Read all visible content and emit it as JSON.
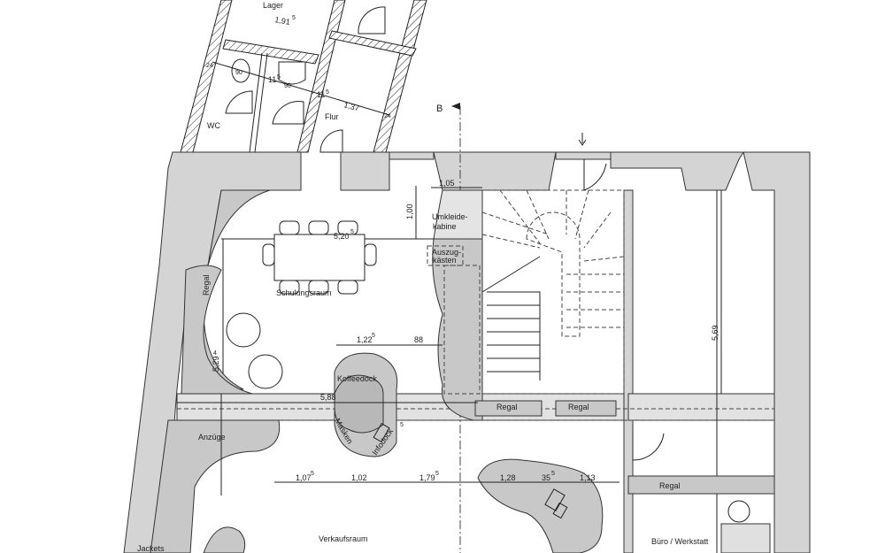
{
  "rooms": {
    "lager": "Lager",
    "wc": "WC",
    "flur": "Flur",
    "schulungsraum": "Schulungsraum",
    "umkleidekabine_1": "Umkleide-",
    "umkleidekabine_2": "kabine",
    "auszugkaesten_1": "Auszug-",
    "auszugkaesten_2": "kästen",
    "koffeedock": "Koffeedock",
    "masken": "Masken",
    "infodock": "Infodock",
    "verkaufsraum": "Verkaufsraum",
    "anzuege": "Anzüge",
    "jackets": "Jackets",
    "regal_left": "Regal",
    "regal_1": "Regal",
    "regal_2": "Regal",
    "regal_3": "Regal",
    "buero": "Büro / Werkstatt"
  },
  "section_marker": "B",
  "dimensions": {
    "d_191": "1,91",
    "d_191_sup": "5",
    "d_137": "1,37",
    "d_115a": "11",
    "d_115a_sup": "5",
    "d_115b": "11",
    "d_115b_sup": "5",
    "d_24a": "24",
    "d_24b": "24",
    "toilet_90": "90",
    "sink_90": "90",
    "d_105": "1,05",
    "d_100": "1,00",
    "d_520": "5,20",
    "d_520_sup": "5",
    "d_1225": "1,22",
    "d_1225_sup": "5",
    "d_88": "88",
    "d_529": "5,29",
    "d_529_sup": "4",
    "d_588": "5,88",
    "d_5": "5",
    "d_1075": "1,07",
    "d_1075_sup": "5",
    "d_102": "1,02",
    "d_1795": "1,79",
    "d_1795_sup": "5",
    "d_128": "1,28",
    "d_355": "35",
    "d_355_sup": "5",
    "d_113": "1,13",
    "d_569": "5,69"
  }
}
